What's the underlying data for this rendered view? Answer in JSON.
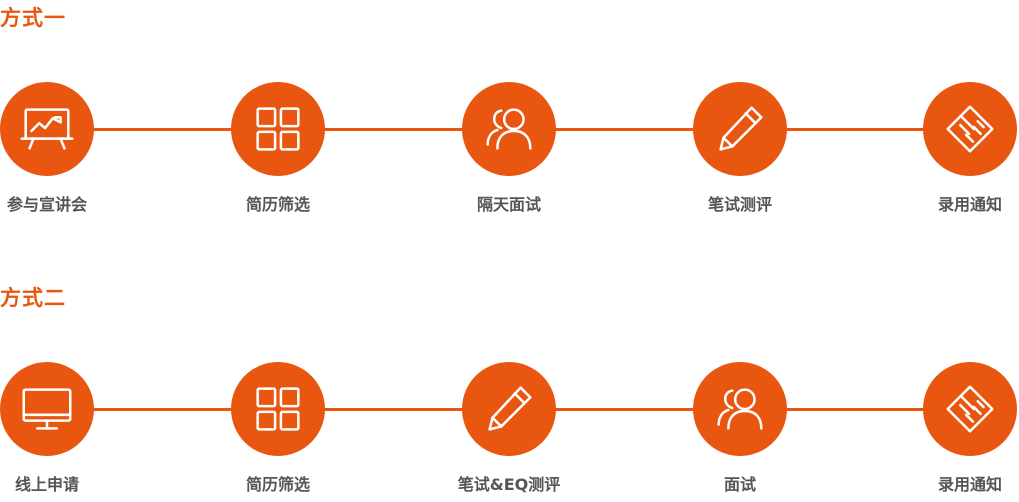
{
  "accent_color": "#e8560f",
  "label_color": "#555555",
  "method1": {
    "title": "方式一",
    "steps": [
      {
        "label": "参与宣讲会",
        "icon": "presentation-board-icon"
      },
      {
        "label": "简历筛选",
        "icon": "grid-four-squares-icon"
      },
      {
        "label": "隔天面试",
        "icon": "people-icon"
      },
      {
        "label": "笔试测评",
        "icon": "pencil-icon"
      },
      {
        "label": "录用通知",
        "icon": "handshake-icon"
      }
    ]
  },
  "method2": {
    "title": "方式二",
    "steps": [
      {
        "label": "线上申请",
        "icon": "monitor-icon"
      },
      {
        "label": "简历筛选",
        "icon": "grid-four-squares-icon"
      },
      {
        "label": "笔试&EQ测评",
        "icon": "pencil-icon"
      },
      {
        "label": "面试",
        "icon": "people-icon"
      },
      {
        "label": "录用通知",
        "icon": "handshake-icon"
      }
    ]
  }
}
